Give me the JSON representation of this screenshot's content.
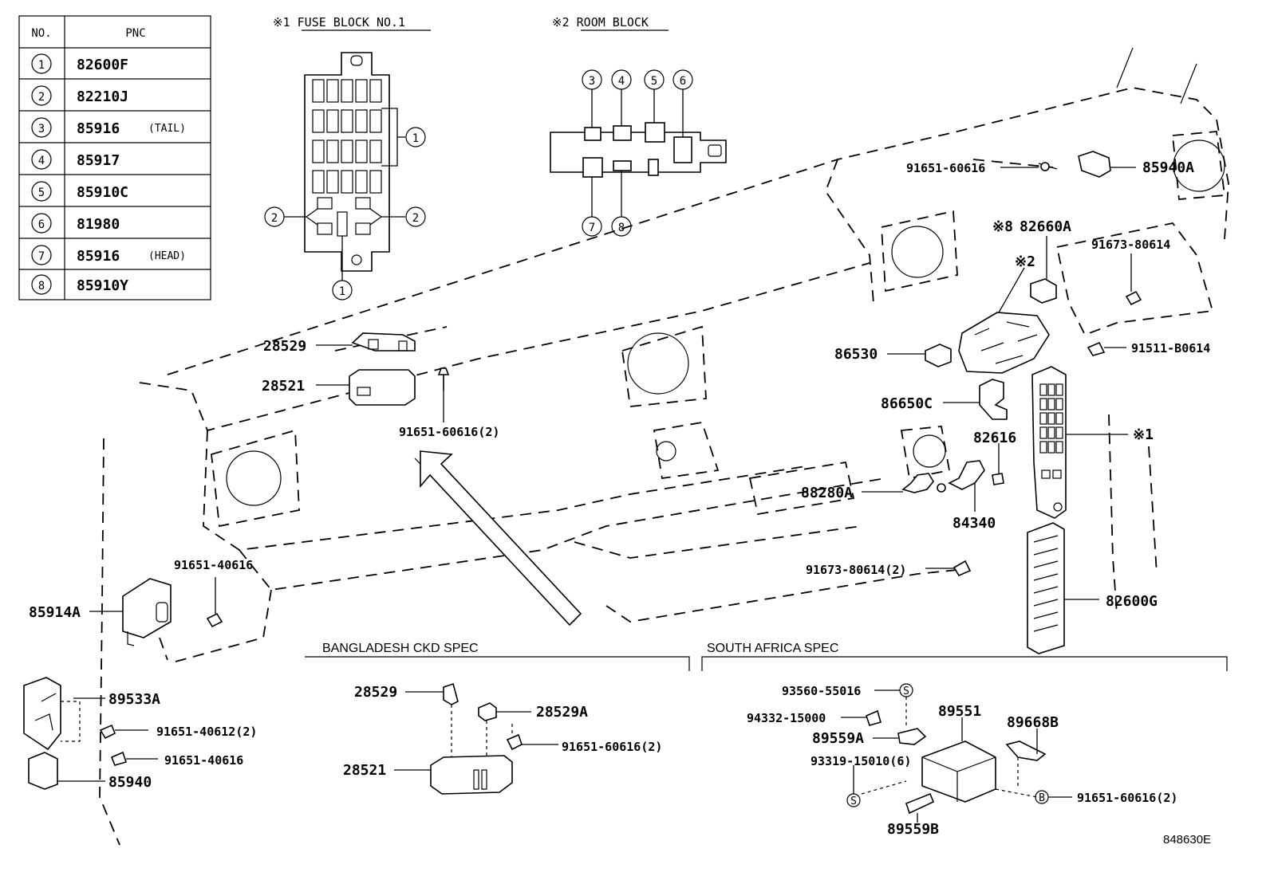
{
  "table": {
    "headers": [
      "NO.",
      "PNC"
    ],
    "rows": [
      {
        "no": "1",
        "pnc": "82600F",
        "note": ""
      },
      {
        "no": "2",
        "pnc": "82210J",
        "note": ""
      },
      {
        "no": "3",
        "pnc": "85916",
        "note": "(TAIL)"
      },
      {
        "no": "4",
        "pnc": "85917",
        "note": ""
      },
      {
        "no": "5",
        "pnc": "85910C",
        "note": ""
      },
      {
        "no": "6",
        "pnc": "81980",
        "note": ""
      },
      {
        "no": "7",
        "pnc": "85916",
        "note": "(HEAD)"
      },
      {
        "no": "8",
        "pnc": "85910Y",
        "note": ""
      }
    ]
  },
  "fuse_block": {
    "title": "※1 FUSE BLOCK NO.1",
    "callouts": [
      "1",
      "2",
      "2",
      "1"
    ]
  },
  "room_block": {
    "title": "※2 ROOM BLOCK",
    "callouts": [
      "3",
      "4",
      "5",
      "6",
      "7",
      "8"
    ]
  },
  "parts": {
    "p28529_top": "28529",
    "p28521_top": "28521",
    "p91651_60616_2_top": "91651-60616(2)",
    "p91651_60616_r": "91651-60616",
    "p85940A": "85940A",
    "p82660A": "82660A",
    "mark8": "※8",
    "mark2": "※2",
    "p91673_80614": "91673-80614",
    "p86530": "86530",
    "p91511_B0614": "91511-B0614",
    "p86650C": "86650C",
    "p82616": "82616",
    "mark1": "※1",
    "p88280A": "88280A",
    "p84340": "84340",
    "p91673_80614_2": "91673-80614(2)",
    "p82600G": "82600G",
    "p91651_40616_a": "91651-40616",
    "p85914A": "85914A",
    "p89533A": "89533A",
    "p91651_40612_2": "91651-40612(2)",
    "p91651_40616_b": "91651-40616",
    "p85940": "85940"
  },
  "bangladesh": {
    "title": "BANGLADESH CKD SPEC",
    "p28529": "28529",
    "p28529A": "28529A",
    "p91651_60616_2": "91651-60616(2)",
    "p28521": "28521"
  },
  "south_africa": {
    "title": "SOUTH AFRICA SPEC",
    "p93560_55016": "93560-55016",
    "p94332_15000": "94332-15000",
    "p89559A": "89559A",
    "p89551": "89551",
    "p89668B": "89668B",
    "p93319_15010_6": "93319-15010(6)",
    "p91651_60616_2": "91651-60616(2)",
    "p89559B": "89559B",
    "sym_s": "S",
    "sym_b": "B"
  },
  "figure_id": "848630E"
}
